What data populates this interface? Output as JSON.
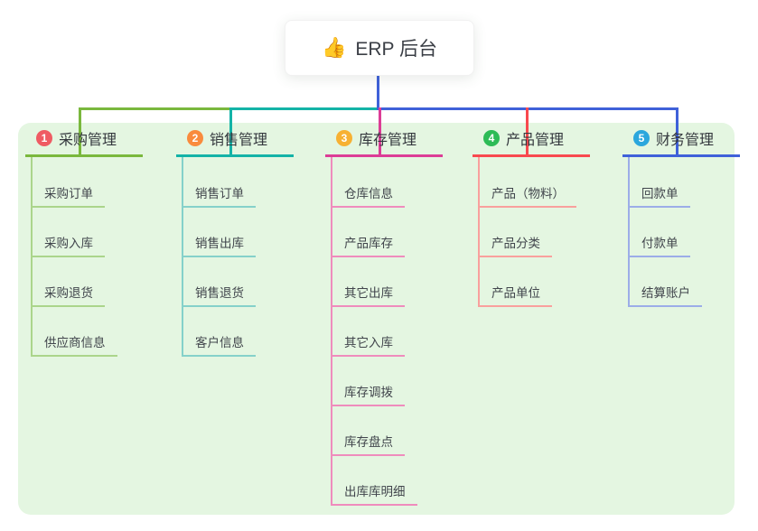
{
  "root": {
    "icon": "👍",
    "label": "ERP 后台",
    "connector_color": "#3f61d9"
  },
  "palette": {
    "background": "#ffffff",
    "panel_background": "#e4f6e1",
    "title_text": "#3a3e45",
    "node_text": "#41454c"
  },
  "branches": [
    {
      "number": "1",
      "label": "采购管理",
      "badge_color": "#ef5b63",
      "line_color": "#7ab83d",
      "child_line_color": "#abd58b",
      "children": [
        "采购订单",
        "采购入库",
        "采购退货",
        "供应商信息"
      ]
    },
    {
      "number": "2",
      "label": "销售管理",
      "badge_color": "#f98b3d",
      "line_color": "#14b3a7",
      "child_line_color": "#85d1ca",
      "children": [
        "销售订单",
        "销售出库",
        "销售退货",
        "客户信息"
      ]
    },
    {
      "number": "3",
      "label": "库存管理",
      "badge_color": "#f7b133",
      "line_color": "#dc3d96",
      "child_line_color": "#ef8cbd",
      "children": [
        "仓库信息",
        "产品库存",
        "其它出库",
        "其它入库",
        "库存调拨",
        "库存盘点",
        "出库库明细"
      ]
    },
    {
      "number": "4",
      "label": "产品管理",
      "badge_color": "#2dbb56",
      "line_color": "#f8494f",
      "child_line_color": "#f9a09d",
      "children": [
        "产品（物料）",
        "产品分类",
        "产品单位"
      ]
    },
    {
      "number": "5",
      "label": "财务管理",
      "badge_color": "#2ba7dd",
      "line_color": "#3f61d9",
      "child_line_color": "#9cade8",
      "children": [
        "回款单",
        "付款单",
        "结算账户"
      ]
    }
  ]
}
